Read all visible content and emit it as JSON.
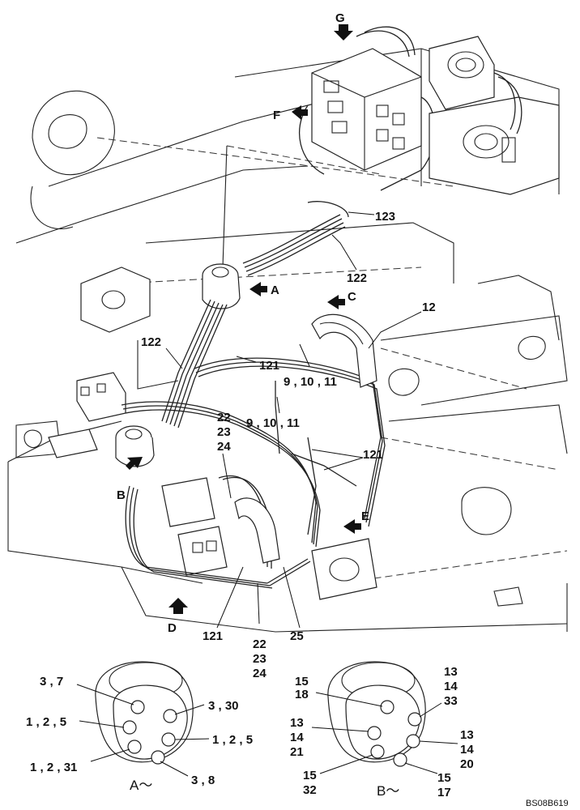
{
  "views": {
    "g": "G",
    "f": "F",
    "a": "A",
    "c": "C",
    "b": "B",
    "e": "E",
    "d": "D"
  },
  "callouts": {
    "c123": "123",
    "c122_top": "122",
    "c12": "12",
    "c122_left": "122",
    "c121_upper": "121",
    "c9_10_11_upper": "9 , 10 , 11",
    "c9_10_11_lower": "9 , 10 , 11",
    "c22_upper": [
      "22",
      "23",
      "24"
    ],
    "c121_right": "121",
    "c121_lower": "121",
    "c22_lower": [
      "22",
      "23",
      "24"
    ],
    "c25": "25"
  },
  "detail_a": {
    "title": "A～",
    "c3_7": "3 , 7",
    "c3_30": "3 , 30",
    "c1_2_5_left": "1 , 2 , 5",
    "c1_2_5_right": "1 , 2 , 5",
    "c1_2_31": "1 , 2 , 31",
    "c3_8": "3 , 8"
  },
  "detail_b": {
    "title": "B～",
    "left_top": [
      "15",
      "18"
    ],
    "right_top": [
      "13",
      "14",
      "33"
    ],
    "left_mid": [
      "13",
      "14",
      "21"
    ],
    "right_mid": [
      "13",
      "14",
      "20"
    ],
    "left_low": [
      "15",
      "32"
    ],
    "right_low": [
      "15",
      "17"
    ]
  },
  "drawing_code": "BS08B619"
}
